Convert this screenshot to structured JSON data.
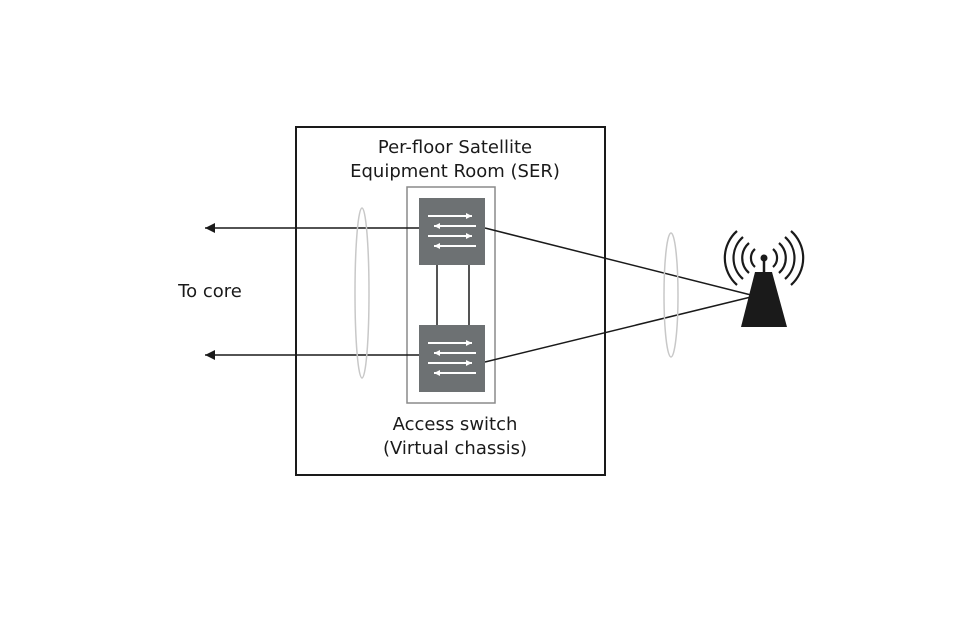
{
  "ser_room": {
    "title_line1": "Per-floor Satellite",
    "title_line2": "Equipment Room (SER)"
  },
  "access_switch": {
    "label_line1": "Access switch",
    "label_line2": "(Virtual chassis)"
  },
  "core": {
    "label": "To core"
  },
  "colors": {
    "line": "#1a1a1a",
    "switch_fill": "#6d7173",
    "switch_arrow": "#ffffff",
    "lag_ellipse": "#c8c8c8",
    "chassis_border": "#8a8a8a",
    "antenna": "#1a1a1a"
  },
  "icons": {
    "switch_top": "network-switch-icon",
    "switch_bottom": "network-switch-icon",
    "wireless_ap": "wireless-access-point-icon"
  }
}
